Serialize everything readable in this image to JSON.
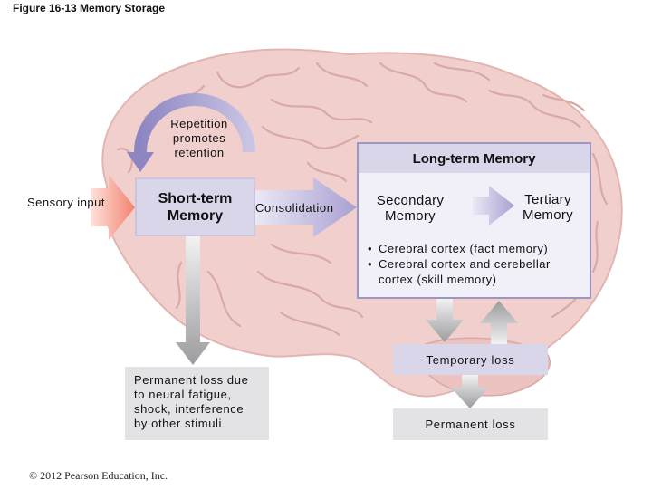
{
  "figure": {
    "title": "Figure 16-13 Memory Storage",
    "copyright": "© 2012 Pearson Education, Inc."
  },
  "labels": {
    "sensory_input": "Sensory input",
    "repetition": "Repetition promotes retention",
    "short_term_memory": "Short-term Memory",
    "consolidation": "Consolidation",
    "long_term_memory": "Long-term Memory",
    "secondary_memory": "Secondary Memory",
    "tertiary_memory": "Tertiary Memory",
    "bullets": [
      "Cerebral cortex (fact memory)",
      "Cerebral cortex and cerebellar cortex (skill memory)"
    ],
    "permanent_loss_left": "Permanent loss due to neural fatigue, shock, interference by other stimuli",
    "temporary_loss": "Temporary loss",
    "permanent_loss_right": "Permanent loss"
  },
  "icons": {
    "brain": "brain-illustration",
    "sensory_arrow": "arrow-right-icon",
    "repetition_arrow": "circular-arrow-icon",
    "consolidation_arrow": "arrow-right-icon",
    "secondary_to_tertiary_arrow": "arrow-right-icon",
    "down_arrows": "arrow-down-icon",
    "up_arrow": "arrow-up-icon"
  },
  "colors": {
    "brain_fill": "#f0cfcd",
    "brain_fold": "#d9a9a8",
    "box_lavender": "#dad6ea",
    "box_grey": "#e3e3e5",
    "ltm_border": "#9b96c4",
    "sensory_arrow": "#f3826e",
    "purple_arrow": "#a9a0d2"
  }
}
